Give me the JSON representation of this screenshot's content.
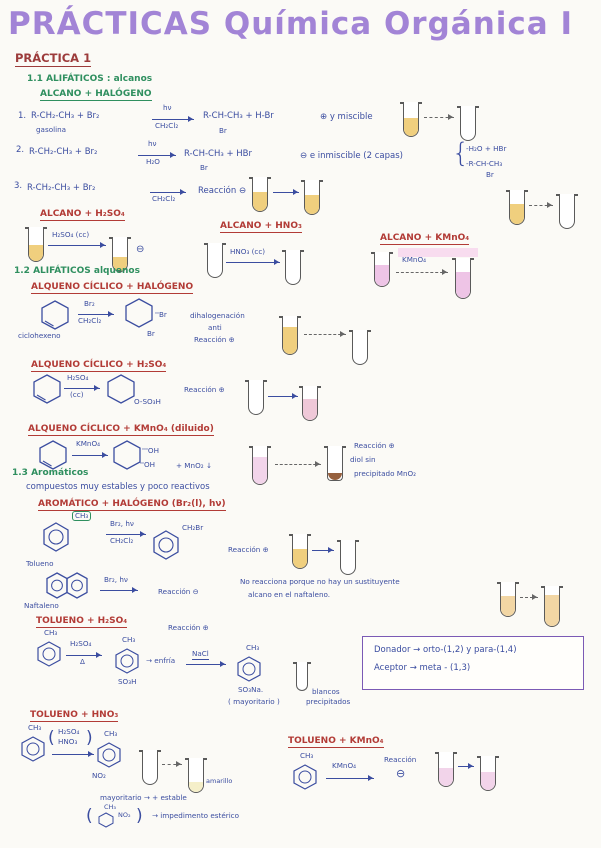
{
  "page": {
    "title": "PRÁCTICAS Química Orgánica I",
    "subtitle": "PRÁCTICA 1"
  },
  "glyphs": {
    "brace": "{",
    "paren_l": "(",
    "paren_r": ")"
  },
  "sec1": {
    "heading": "1.1 ALIFÁTICOS : alcanos",
    "subheading": "ALCANO + HALÓGENO",
    "rx1": {
      "num": "1.",
      "lhs": "R-CH₂-CH₃ + Br₂",
      "lhs_label": "gasolina",
      "cond_top": "hν",
      "cond_bot": "CH₂Cl₂",
      "rhs": "R-CH-CH₃ + H-Br",
      "rhs_sub": "Br",
      "result": "⊕ y miscible"
    },
    "rx2": {
      "num": "2.",
      "lhs": "R-CH₂-CH₃ + Br₂",
      "cond_top": "hν",
      "cond_bot": "H₂O",
      "rhs": "R-CH-CH₃ + HBr",
      "rhs_sub": "Br",
      "result": "⊖ e inmiscible (2 capas)",
      "capa1": "-H₂O + HBr",
      "capa2": "-R-CH-CH₃",
      "capa2_sub": "Br"
    },
    "rx3": {
      "num": "3.",
      "lhs": "R-CH₂-CH₃ + Br₂",
      "cond_bot": "CH₂Cl₂",
      "result": "Reacción ⊖"
    },
    "h2so4": {
      "title": "ALCANO + H₂SO₄",
      "cond": "H₂SO₄ (cc)",
      "result": "⊖"
    },
    "hno3": {
      "title": "ALCANO + HNO₃",
      "cond": "HNO₃ (cc)"
    },
    "kmno4": {
      "title": "ALCANO + KMnO₄",
      "cond": "KMnO₄"
    }
  },
  "sec2": {
    "heading": "1.2 ALIFÁTICOS alquenos",
    "halogeno": {
      "title": "ALQUENO CÍCLICO + HALÓGENO",
      "reactant_label": "ciclohexeno",
      "cond_top": "Br₂",
      "cond_bot": "CH₂Cl₂",
      "prod_sub1": "''Br",
      "prod_sub2": "Br",
      "note1": "dihalogenación",
      "note2": "anti",
      "note3": "Reacción ⊕"
    },
    "h2so4": {
      "title": "ALQUENO CÍCLICO + H₂SO₄",
      "cond_top": "H₂SO₄",
      "cond_bot": "(cc)",
      "prod_sub": "O-SO₃H",
      "note": "Reacción ⊕"
    },
    "kmno4": {
      "title": "ALQUENO CÍCLICO + KMnO₄ (diluido)",
      "cond_top": "KMnO₄",
      "prod_sub1": "'''OH",
      "prod_sub2": "''OH",
      "plus": "+ MnO₂ ↓",
      "note1": "Reacción ⊕",
      "note2": "diol sin",
      "note3": "precipitado MnO₂"
    }
  },
  "sec3": {
    "heading": "1.3 Aromáticos",
    "intro": "compuestos muy estables y poco reactivos",
    "halogeno": {
      "title": "AROMÁTICO + HALÓGENO (Br₂(l), hν)",
      "ch3": "CH₃",
      "cond_top": "Br₂, hν",
      "cond_bot": "CH₂Cl₂",
      "prod": "CH₂Br",
      "note": "Reacción ⊕",
      "tolueno_label": "Tolueno",
      "naftaleno_label": "Naftaleno",
      "cond2_top": "Br₂, hν",
      "note2": "Reacción ⊖",
      "explain1": "No reacciona porque no hay un sustituyente",
      "explain2": "alcano en el naftaleno."
    },
    "h2so4": {
      "title": "TOLUENO + H₂SO₄",
      "note": "Reacción ⊕",
      "react_top": "CH₃",
      "cond_top": "H₂SO₄",
      "cond_bot": "Δ",
      "mid_top": "CH₃",
      "mid_bot": "SO₃H",
      "step2": "→ enfría",
      "step2_cond": "NaCl",
      "prod_top": "CH₃",
      "prod_bot": "SO₃Na.",
      "prod_label": "( mayoritario )",
      "tube_note1": "blancos",
      "tube_note2": "precipitados"
    },
    "box": {
      "line1": "Donador  →  orto-(1,2) y para-(1,4)",
      "line2": "Aceptor  →  meta - (1,3)"
    },
    "hno3": {
      "title": "TOLUENO + HNO₃",
      "react_top": "CH₃",
      "cond1": "H₂SO₄",
      "cond2": "HNO₃",
      "prod_top": "CH₃",
      "prod_bot": "NO₂",
      "tube_note": "amarillo",
      "note1": "mayoritario → + estable",
      "note2_top": "CH₃",
      "note2_side": "NO₂",
      "note2_text": "→ impedimento estérico"
    },
    "kmno4": {
      "title": "TOLUENO + KMnO₄",
      "react_top": "CH₃",
      "cond": "KMnO₄",
      "note": "Reacción",
      "note_sign": "⊖"
    }
  }
}
